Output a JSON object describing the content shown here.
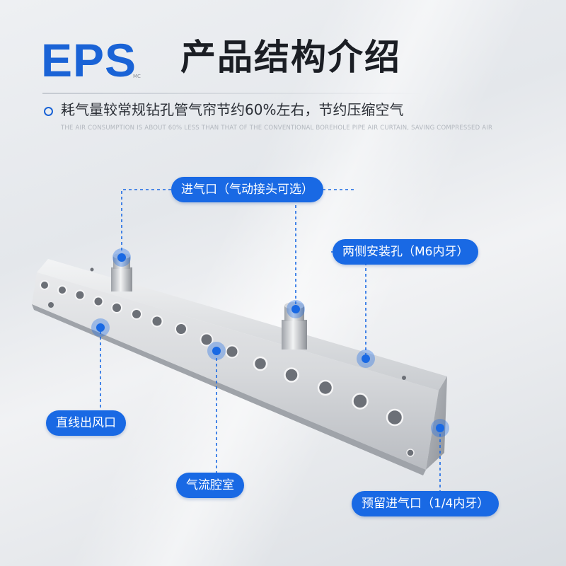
{
  "header": {
    "brand": "EPS",
    "brand_mark": "MC",
    "title": "产品结构介绍"
  },
  "intro": {
    "text": "耗气量较常规钻孔管气帘节约60%左右，节约压缩空气",
    "text_en": "THE AIR CONSUMPTION IS ABOUT 60% LESS THAN THAT OF THE CONVENTIONAL BOREHOLE PIPE AIR CURTAIN, SAVING COMPRESSED AIR"
  },
  "callouts": {
    "inlet": "进气口（气动接头可选）",
    "mount_holes": "两侧安装孔（M6内牙）",
    "outlet": "直线出风口",
    "chamber": "气流腔室",
    "reserved_inlet": "预留进气口（1/4内牙）"
  },
  "colors": {
    "accent": "#1969e4",
    "brand": "#1a63d6"
  }
}
